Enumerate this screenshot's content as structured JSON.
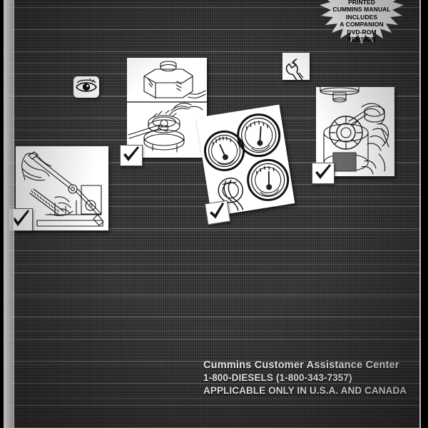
{
  "document": {
    "kind": "scanned-manual-back-cover",
    "background_color": "#3a3a3a"
  },
  "burst_badge": {
    "name": "printed-manual-dvd-burst",
    "shape": "starburst",
    "fill_color": "#ffffff",
    "text_color": "#000000",
    "lines": [
      "PRINTED",
      "CUMMINS MANUAL",
      "INCLUDES",
      "A COMPANION",
      "DVD-ROM",
      "VERSION"
    ]
  },
  "icons": [
    {
      "name": "eye-icon",
      "label": "eye"
    },
    {
      "name": "wrench-icon",
      "label": "wrench"
    }
  ],
  "panels": [
    {
      "name": "belt-tension-check-panel",
      "caption": "",
      "has_checkmark": true
    },
    {
      "name": "coolant-reservoir-panel",
      "caption": "",
      "has_checkmark": true
    },
    {
      "name": "gauges-panel",
      "caption": "",
      "has_checkmark": true
    },
    {
      "name": "oil-filter-panel",
      "caption": "",
      "has_checkmark": true
    }
  ],
  "contact": {
    "line1": "Cummins Customer Assistance Center",
    "line2": "1-800-DIESELS (1-800-343-7357)",
    "line3": "APPLICABLE ONLY IN U.S.A. AND CANADA",
    "text_color": "#ffffff"
  }
}
